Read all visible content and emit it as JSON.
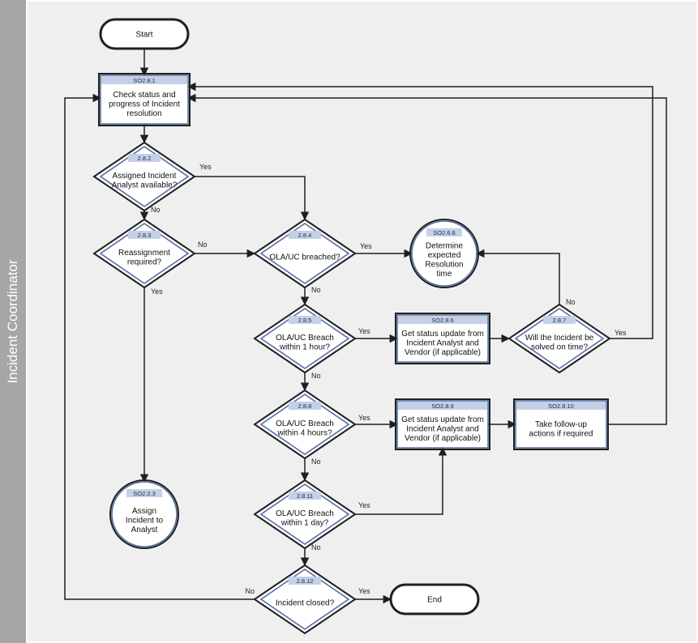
{
  "lane": {
    "label": "Incident Coordinator"
  },
  "nodes": [
    {
      "id": "start",
      "kind": "terminal",
      "text": [
        "Start"
      ]
    },
    {
      "id": "so281",
      "kind": "process",
      "code": "SO2.8.1",
      "text": [
        "Check status and",
        "progress of Incident",
        "resolution"
      ]
    },
    {
      "id": "d282",
      "kind": "decision",
      "code": "2.8.2",
      "text": [
        "Assigned Incident",
        "Analyst available?"
      ]
    },
    {
      "id": "d283",
      "kind": "decision",
      "code": "2.8.3",
      "text": [
        "Reassignment",
        "required?"
      ]
    },
    {
      "id": "d284",
      "kind": "decision",
      "code": "2.8.4",
      "text": [
        "OLA/UC breached?"
      ]
    },
    {
      "id": "so266",
      "kind": "connector",
      "code": "SO2.6.6",
      "text": [
        "Determine",
        "expected",
        "Resolution",
        "time"
      ]
    },
    {
      "id": "d285",
      "kind": "decision",
      "code": "2.8.5",
      "text": [
        "OLA/UC Breach",
        "within 1 hour?"
      ]
    },
    {
      "id": "so286",
      "kind": "process",
      "code": "SO2.8.6",
      "text": [
        "Get status update from",
        "Incident Analyst and",
        "Vendor (if applicable)"
      ]
    },
    {
      "id": "d287",
      "kind": "decision",
      "code": "2.8.7",
      "text": [
        "Will the Incident be",
        "solved on time?"
      ]
    },
    {
      "id": "d288",
      "kind": "decision",
      "code": "2.8.8",
      "text": [
        "OLA/UC Breach",
        "within 4 hours?"
      ]
    },
    {
      "id": "so289",
      "kind": "process",
      "code": "SO2.8.9",
      "text": [
        "Get status update from",
        "Incident Analyst and",
        "Vendor (if applicable)"
      ]
    },
    {
      "id": "so2810",
      "kind": "process",
      "code": "SO2.8.10",
      "text": [
        "Take follow-up",
        "actions if required"
      ]
    },
    {
      "id": "so223",
      "kind": "connector",
      "code": "SO2.2.3",
      "text": [
        "Assign",
        "Incident to",
        "Analyst"
      ]
    },
    {
      "id": "d2811",
      "kind": "decision",
      "code": "2.8.11",
      "text": [
        "OLA/UC Breach",
        "within 1 day?"
      ]
    },
    {
      "id": "d2812",
      "kind": "decision",
      "code": "2.8.12",
      "text": [
        "Incident closed?"
      ]
    },
    {
      "id": "end",
      "kind": "terminal",
      "text": [
        "End"
      ]
    }
  ],
  "edges": [
    {
      "from": "start",
      "to": "so281",
      "label": ""
    },
    {
      "from": "so281",
      "to": "d282",
      "label": ""
    },
    {
      "from": "d282",
      "to": "d284",
      "label": "Yes"
    },
    {
      "from": "d282",
      "to": "d283",
      "label": "No"
    },
    {
      "from": "d283",
      "to": "d284",
      "label": "No"
    },
    {
      "from": "d283",
      "to": "so223",
      "label": "Yes"
    },
    {
      "from": "d284",
      "to": "so266",
      "label": "Yes"
    },
    {
      "from": "d284",
      "to": "d285",
      "label": "No"
    },
    {
      "from": "d285",
      "to": "so286",
      "label": "Yes"
    },
    {
      "from": "d285",
      "to": "d288",
      "label": "No"
    },
    {
      "from": "so286",
      "to": "d287",
      "label": ""
    },
    {
      "from": "d287",
      "to": "so266",
      "label": "No"
    },
    {
      "from": "d287",
      "to": "so281",
      "label": "Yes"
    },
    {
      "from": "d288",
      "to": "so289",
      "label": "Yes"
    },
    {
      "from": "d288",
      "to": "d2811",
      "label": "No"
    },
    {
      "from": "so289",
      "to": "so2810",
      "label": ""
    },
    {
      "from": "so2810",
      "to": "so281",
      "label": ""
    },
    {
      "from": "d2811",
      "to": "so289",
      "label": "Yes"
    },
    {
      "from": "d2811",
      "to": "d2812",
      "label": "No"
    },
    {
      "from": "d2812",
      "to": "end",
      "label": "Yes"
    },
    {
      "from": "d2812",
      "to": "so281",
      "label": "No"
    }
  ],
  "colors": {
    "fill": "#ffffff",
    "stroke": "#1f1f1f",
    "shape_border": "#4a6a9e",
    "code_band": "#c5d0e6",
    "lane": "#a6a6a6",
    "lane_bg": "#efefef"
  }
}
